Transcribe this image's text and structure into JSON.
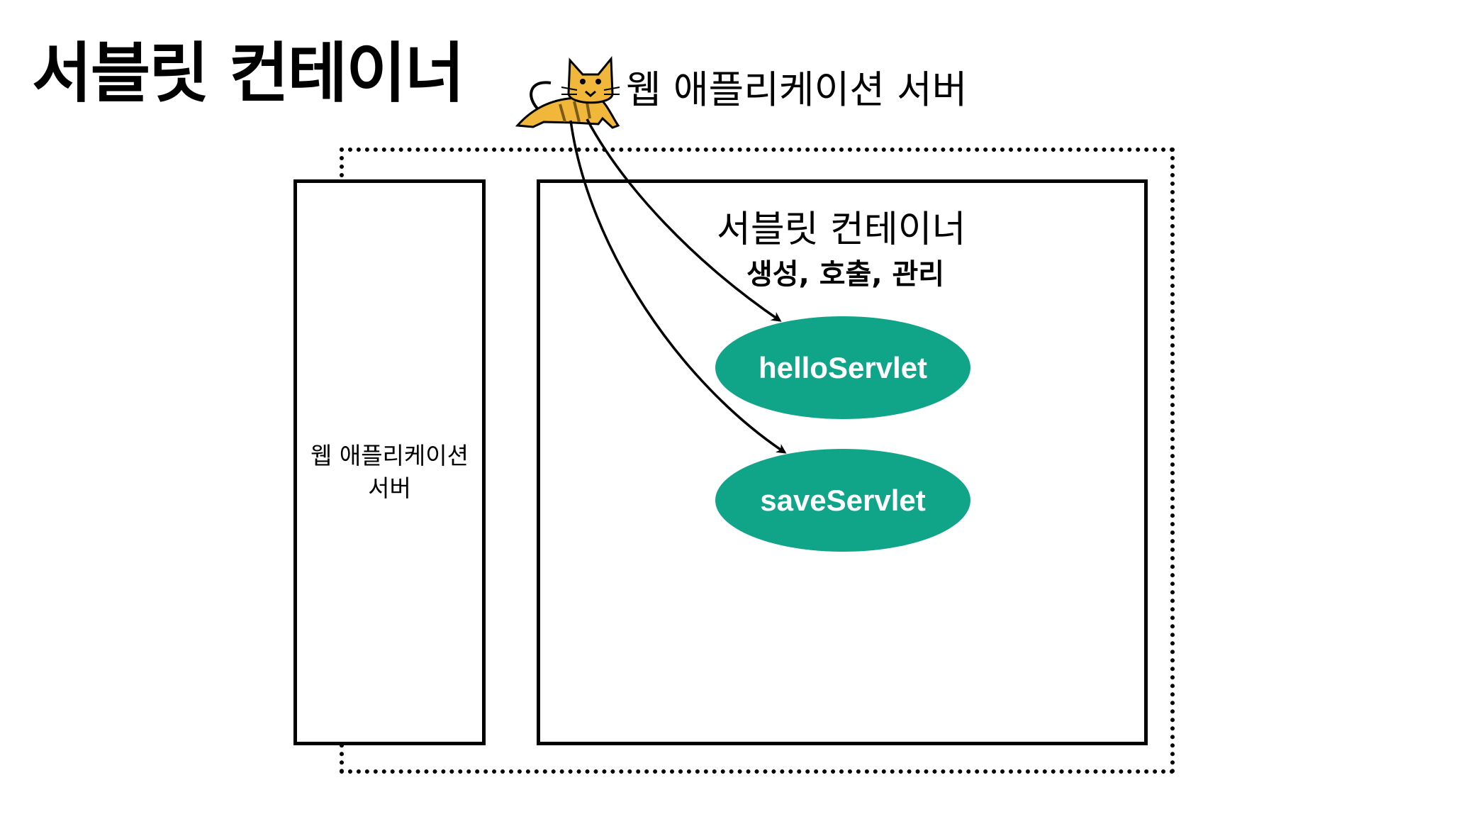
{
  "title": "서블릿 컨테이너",
  "top_label": {
    "icon": "tomcat-cat-icon",
    "text": "웹 애플리케이션 서버"
  },
  "was_box": {
    "line1": "웹 애플리케이션",
    "line2": "서버"
  },
  "container": {
    "title": "서블릿 컨테이너",
    "subtitle": "생성, 호출, 관리",
    "servlets": [
      "helloServlet",
      "saveServlet"
    ]
  },
  "colors": {
    "servlet_fill": "#10a589",
    "tomcat_body": "#f0b73a",
    "line": "#000000"
  }
}
